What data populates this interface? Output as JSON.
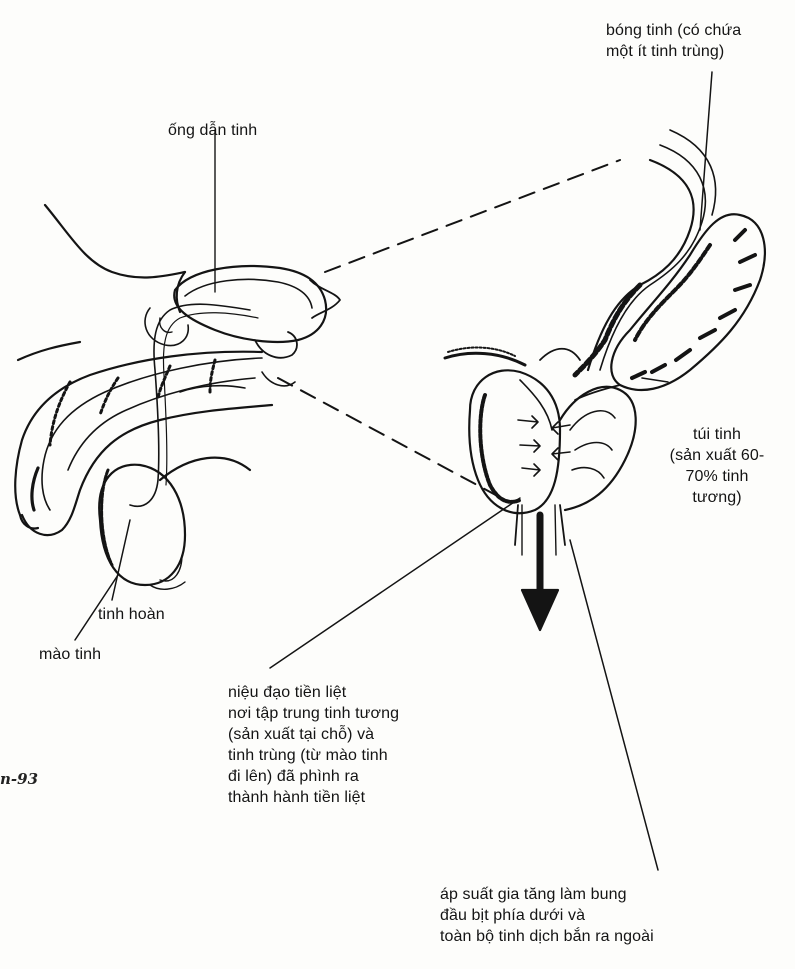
{
  "colors": {
    "ink": "#141414",
    "paper": "#fdfdfb"
  },
  "labels": {
    "ong_dan_tinh": "ống dẫn tinh",
    "bong_tinh": [
      "bóng tinh (có chứa",
      "một ít tinh trùng)"
    ],
    "tui_tinh": [
      "túi tinh",
      "(sản xuất 60-",
      "70% tinh",
      "tương)"
    ],
    "tinh_hoan": "tinh hoàn",
    "mao_tinh": "mào tinh",
    "nieu_dao": [
      "niệu đạo tiền liệt",
      "nơi tập trung tinh tương",
      "(sản xuất tại chỗ) và",
      "tinh trùng (từ mào tinh",
      "đi lên) đã phình ra",
      "thành hành tiền liệt"
    ],
    "ap_suat": [
      "áp suất gia tăng làm bung",
      "đầu bịt phía dưới và",
      "toàn bộ tinh dịch bắn ra ngoài"
    ]
  },
  "margin_note": "n-93"
}
